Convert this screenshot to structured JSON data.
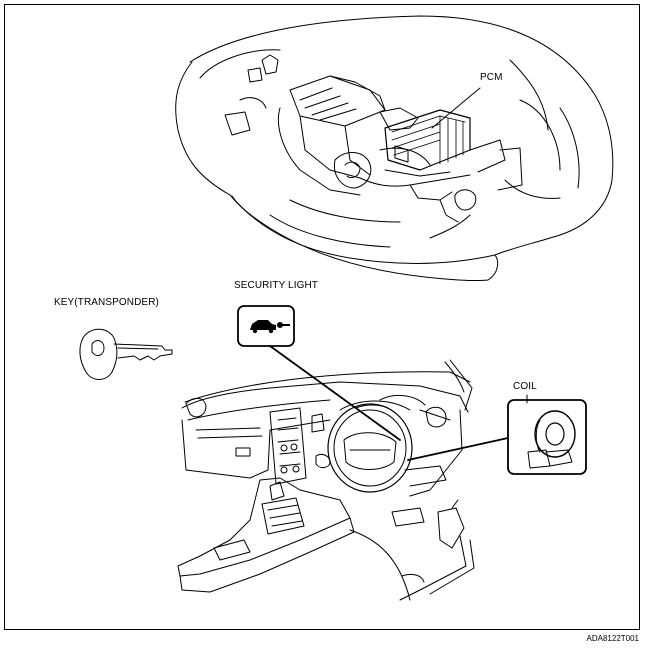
{
  "labels": {
    "pcm": "PCM",
    "security_light": "SECURITY LIGHT",
    "key": "KEY(TRANSPONDER)",
    "coil": "COIL"
  },
  "figure_id": "ADA8122T001",
  "icons": {
    "security_light_symbol": "car-with-key-icon",
    "coil": "coil-icon",
    "key": "key-icon"
  }
}
